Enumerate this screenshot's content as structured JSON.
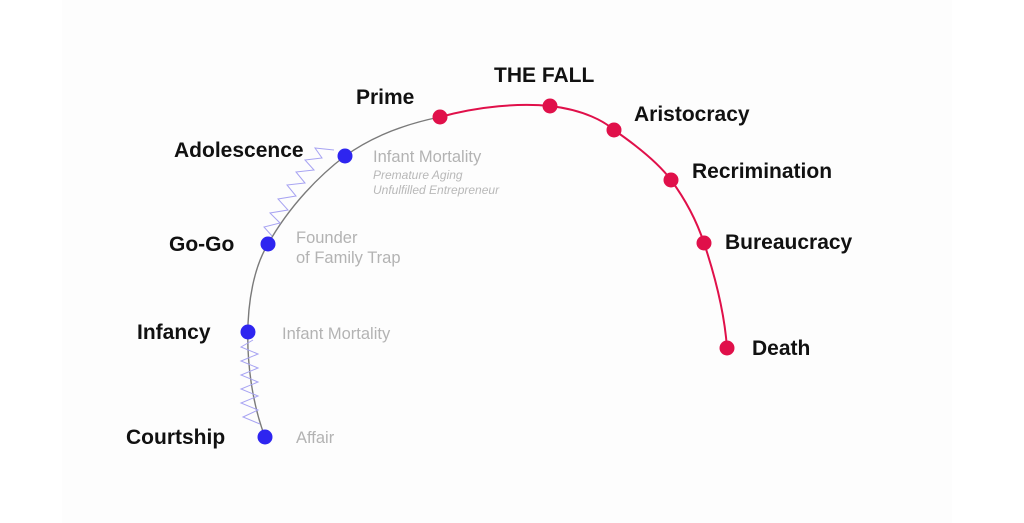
{
  "colors": {
    "growth": "#2e25f0",
    "aging": "#e0104a",
    "curve_growth": "#7a7a7a",
    "trap_text": "#b3b3b3",
    "zigzag": "#a7a3f2"
  },
  "stages": {
    "courtship": "Courtship",
    "infancy": "Infancy",
    "gogo": "Go-Go",
    "adolescence": "Adolescence",
    "prime": "Prime",
    "fall": "THE FALL",
    "aristocracy": "Aristocracy",
    "recrimination": "Recrimination",
    "bureaucracy": "Bureaucracy",
    "death": "Death"
  },
  "traps": {
    "affair": "Affair",
    "infancy": "Infant Mortality",
    "gogo_line1": "Founder",
    "gogo_line2": "of Family Trap",
    "adolescence": "Infant Mortality",
    "adolescence_sub1": "Premature Aging",
    "adolescence_sub2": "Unfulfilled Entrepreneur"
  }
}
